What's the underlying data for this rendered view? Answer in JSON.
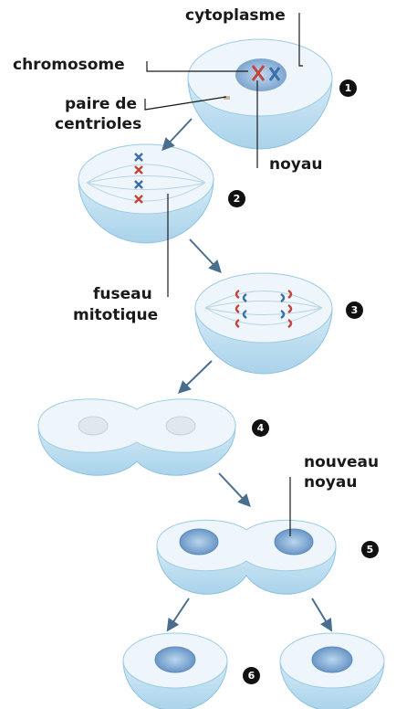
{
  "labels": {
    "cytoplasme": "cytoplasme",
    "chromosome": "chromosome",
    "paire_de": "paire de",
    "centrioles": "centrioles",
    "noyau": "noyau",
    "fuseau": "fuseau",
    "mitotique": "mitotique",
    "nouveau": "nouveau",
    "noyau_new": "noyau"
  },
  "steps": [
    "1",
    "2",
    "3",
    "4",
    "5",
    "6"
  ],
  "colors": {
    "cell_top": "#eef6fb",
    "cell_body": "#b9dcef",
    "cell_edge": "#8ec2e0",
    "arrow": "#4a6e8e",
    "chromosome_red": "#c0473d",
    "chromosome_blue": "#3d6fa8",
    "nucleus": "#5d8cbf"
  }
}
